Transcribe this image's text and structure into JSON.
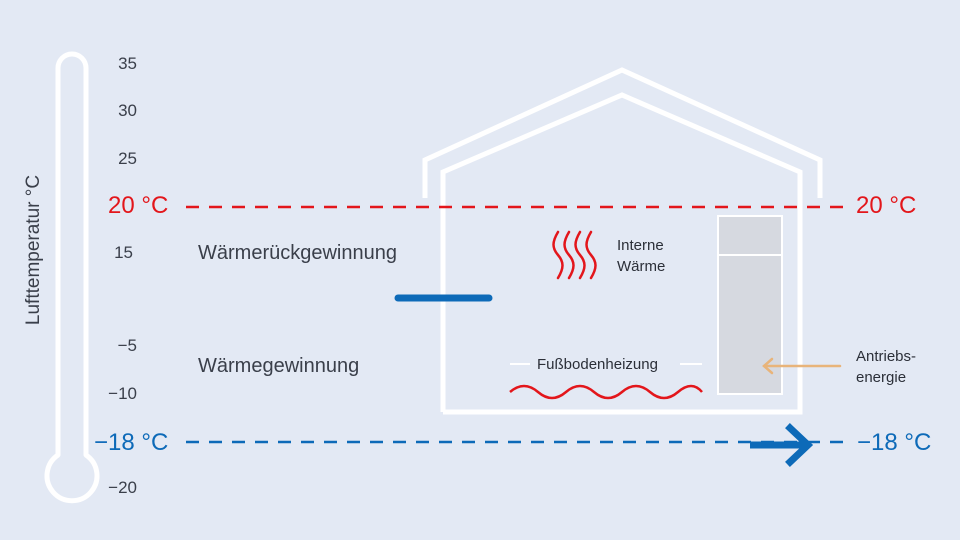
{
  "axis": {
    "label": "Lufttemperatur °C",
    "ticks": [
      "35",
      "30",
      "25",
      "15",
      "−5",
      "−10",
      "−20"
    ]
  },
  "levels": {
    "warm": "20 °C",
    "cold": "−18 °C"
  },
  "labels": {
    "heat_recovery": "Wärmerückgewinnung",
    "heat_gain": "Wärmegewinnung",
    "internal_heat_line1": "Interne",
    "internal_heat_line2": "Wärme",
    "floor_heating": "Fußbodenheizung",
    "drive_energy_line1": "Antriebs-",
    "drive_energy_line2": "energie"
  },
  "colors": {
    "background": "#e3e9f4",
    "warm": "#e3161b",
    "cold": "#0d6ab8",
    "outline": "#ffffff",
    "arrow_energy": "#e8b47a"
  }
}
